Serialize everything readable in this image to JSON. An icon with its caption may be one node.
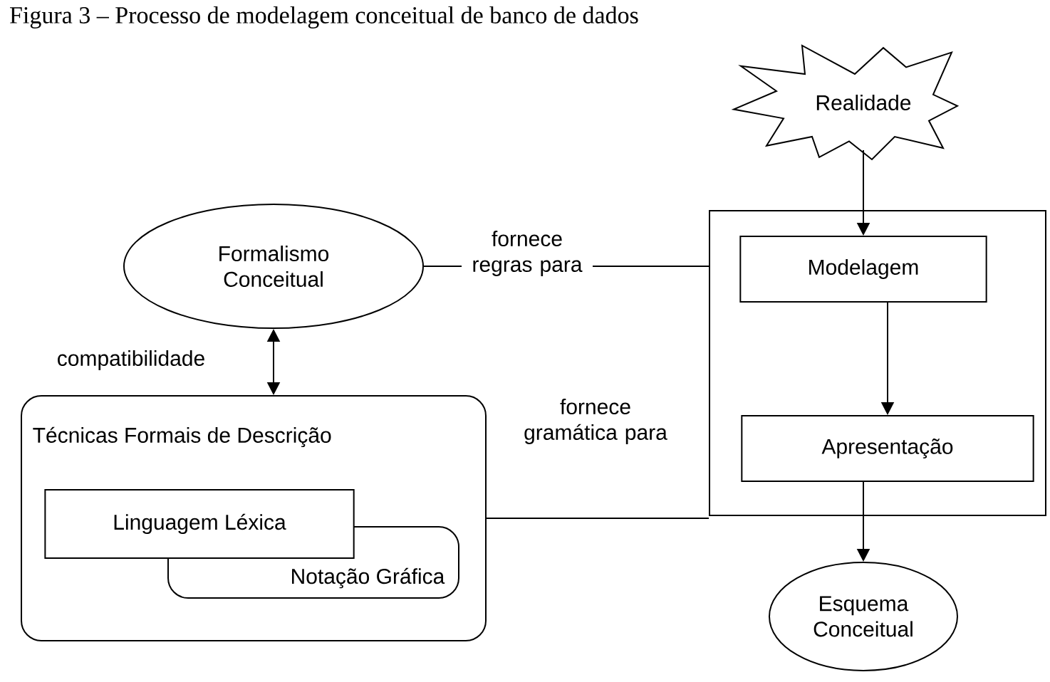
{
  "diagram": {
    "title": "Figura 3 – Processo de modelagem conceitual de banco de dados",
    "nodes": [
      {
        "text": [
          "Realidade"
        ]
      },
      {
        "text": [
          "Formalismo Conceitual"
        ]
      },
      {
        "text": [],
        "shape": "box"
      },
      {
        "text": [
          "Modelagem"
        ],
        "in": 2
      },
      {
        "text": [
          "Apresentação"
        ],
        "in": 2
      },
      {
        "text": [
          "Técnicas Formais de Descrição"
        ]
      },
      {
        "text": [
          "Linguagem Léxica"
        ],
        "in": 5
      },
      {
        "text": [
          "Notação Gráfica"
        ],
        "in": 5
      },
      {
        "text": [
          "Esquema Conceitual"
        ]
      }
    ],
    "edges": [
      {
        "from": 0,
        "to": 3,
        "arrow": "to"
      },
      {
        "from": 3,
        "to": 4,
        "arrow": "to"
      },
      {
        "from": 4,
        "to": 8,
        "arrow": "to"
      },
      {
        "from": 1,
        "to": 5,
        "arrow": "both",
        "label": "compatibilidade"
      },
      {
        "from": 1,
        "to": 2,
        "arrow": "none",
        "label": "fornece regras para"
      },
      {
        "from": 5,
        "to": 2,
        "arrow": "none",
        "label": "fornece gramática para"
      }
    ]
  }
}
